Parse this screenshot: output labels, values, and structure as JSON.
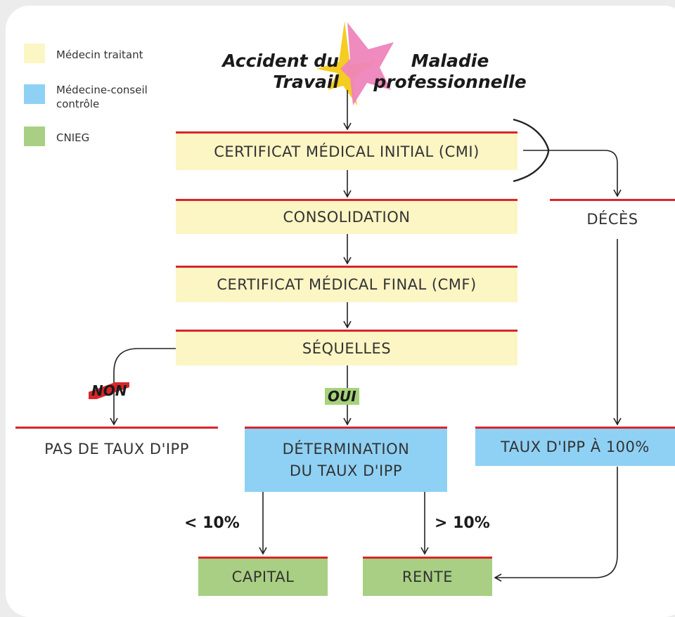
{
  "legend": [
    {
      "label": "Médecin traitant",
      "color": "#fcf5c4"
    },
    {
      "label": "Médecine-conseil contrôle",
      "color": "#8fd1f4"
    },
    {
      "label": "CNIEG",
      "color": "#a8cf83"
    }
  ],
  "titles": {
    "left": "Accident du Travail",
    "right": "Maladie professionnelle"
  },
  "nodes": {
    "cmi": "CERTIFICAT MÉDICAL INITIAL (CMI)",
    "consolidation": "CONSOLIDATION",
    "cmf": "CERTIFICAT MÉDICAL FINAL (CMF)",
    "sequelles": "SÉQUELLES",
    "deces": "DÉCÈS",
    "pas_taux": "PAS DE TAUX D'IPP",
    "determination": "DÉTERMINATION DU TAUX D'IPP",
    "taux_100": "TAUX D'IPP À 100%",
    "capital": "CAPITAL",
    "rente": "RENTE"
  },
  "branches": {
    "non": "NON",
    "oui": "OUI",
    "less": "< 10%",
    "more": "> 10%"
  },
  "colors": {
    "accent_red": "#d7262b",
    "yellow_star": "#f5cc22",
    "pink_star": "#ee85bb",
    "oui_highlight": "#a6d27a"
  }
}
